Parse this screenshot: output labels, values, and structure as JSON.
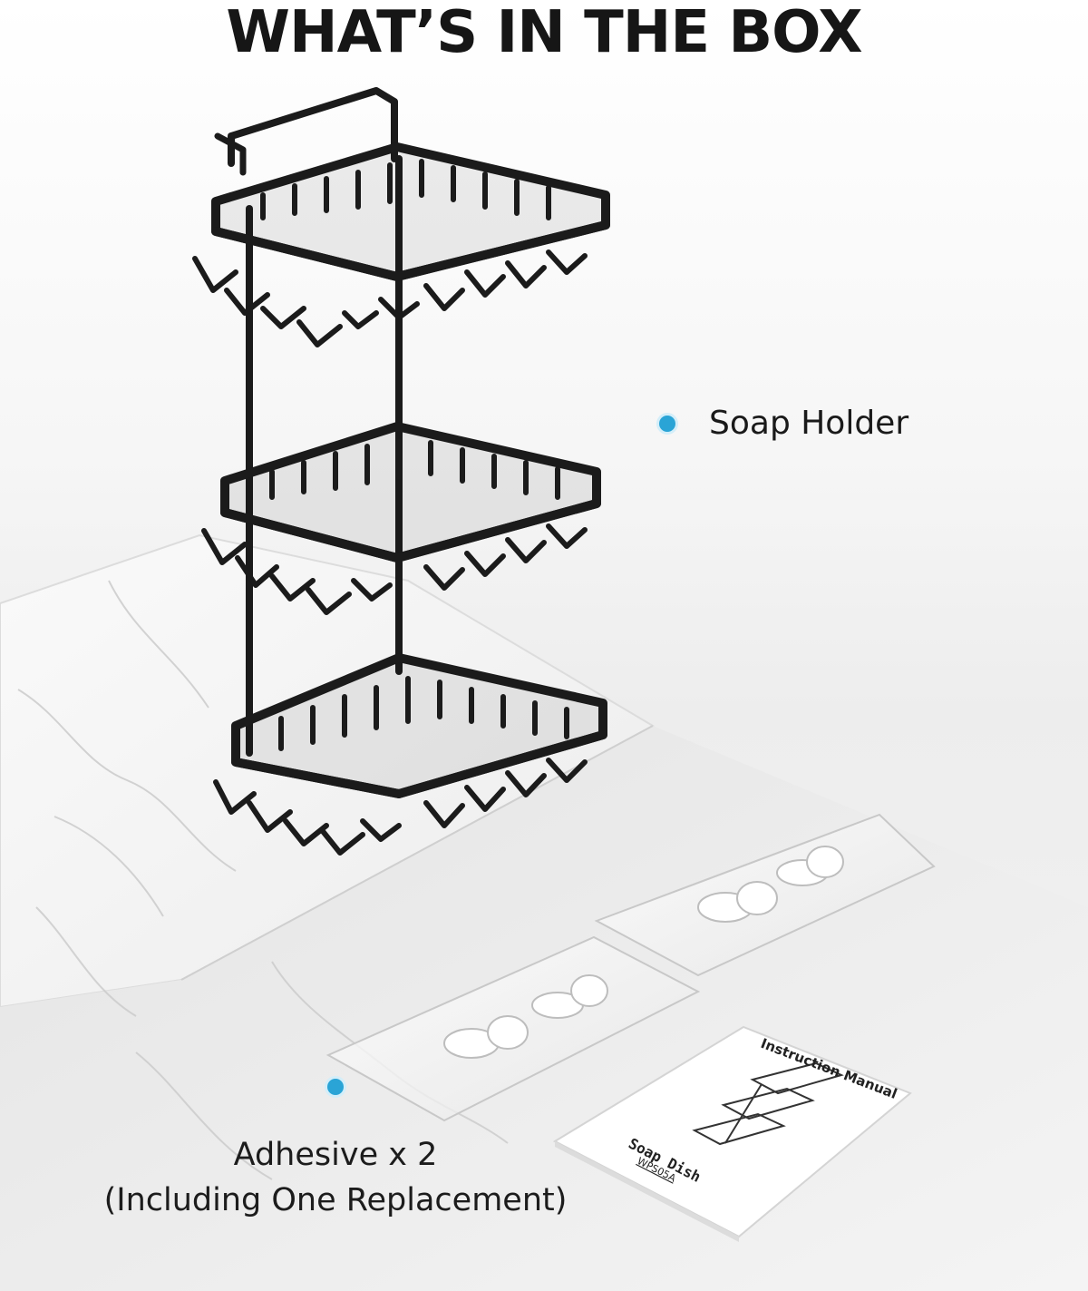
{
  "title": "WHAT’S IN THE BOX",
  "items": [
    {
      "label": "Soap Holder",
      "icon": "soap-holder-rack-icon"
    },
    {
      "label_line1": "Adhesive x 2",
      "label_line2": "(Including One Replacement)",
      "icon": "adhesive-plate-icon"
    }
  ],
  "manual": {
    "heading": "Instruction Manual",
    "product": "Soap Dish",
    "model": "WPS05A"
  },
  "colors": {
    "title": "#161616",
    "accent_dot": "#2aa4d6",
    "rack": "#1b1b1b",
    "marble": "#f4f4f4"
  }
}
